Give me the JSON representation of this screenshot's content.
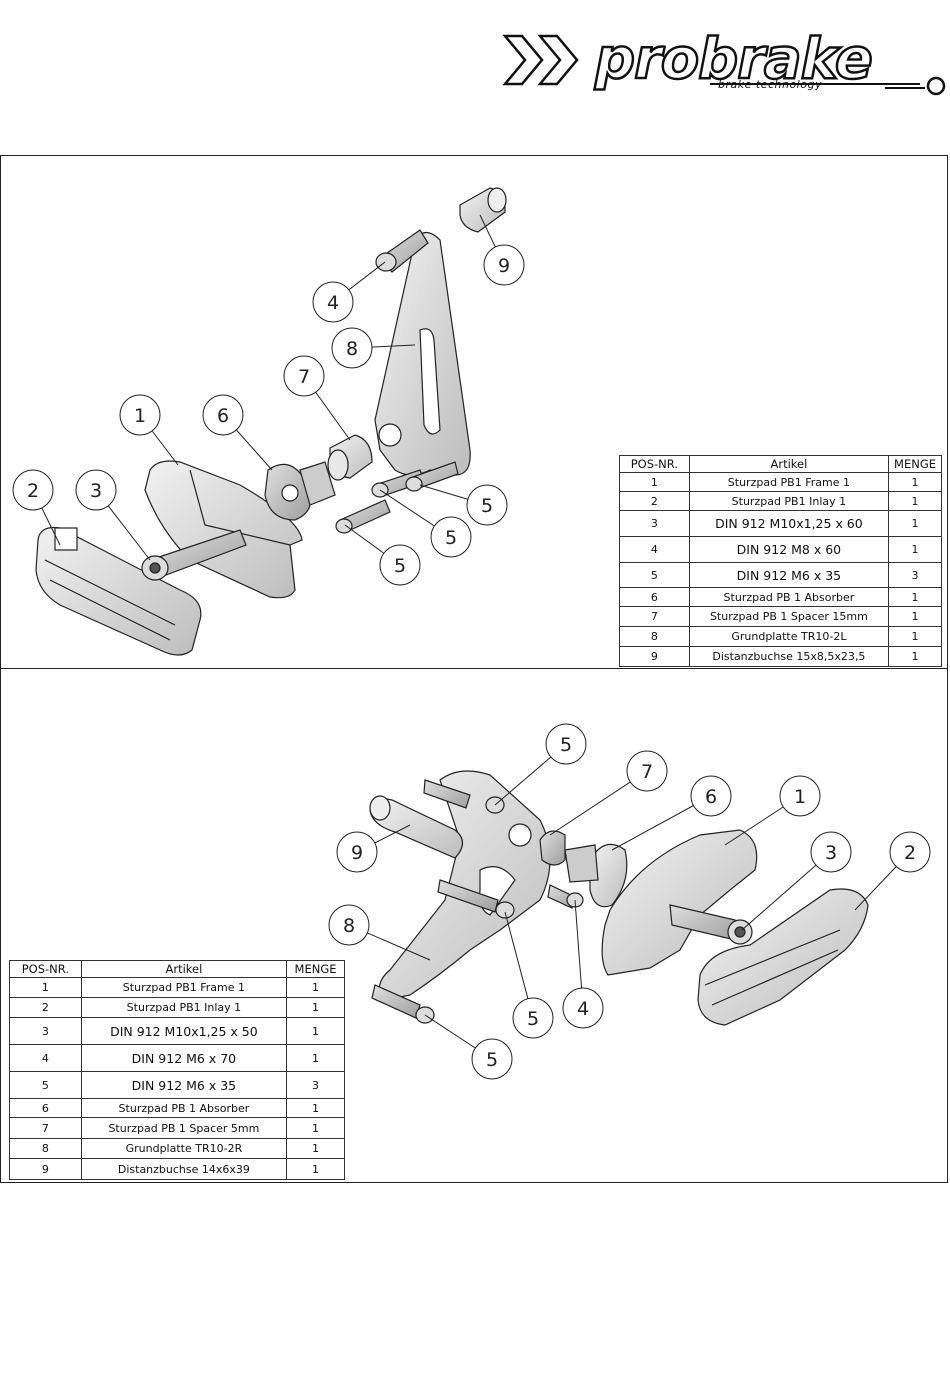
{
  "brand": {
    "name": "probrake",
    "tagline": "brake technology"
  },
  "colors": {
    "line": "#222222",
    "part_fill": "#e6e6e6",
    "part_shade": "#c8c8c8"
  },
  "table_top": {
    "headers": [
      "POS-NR.",
      "Artikel",
      "MENGE"
    ],
    "rows": [
      {
        "pos": "1",
        "artikel": "Sturzpad PB1 Frame 1",
        "menge": "1"
      },
      {
        "pos": "2",
        "artikel": "Sturzpad PB1 Inlay 1",
        "menge": "1"
      },
      {
        "pos": "3",
        "artikel": "DIN 912 M10x1,25 x 60",
        "menge": "1"
      },
      {
        "pos": "4",
        "artikel": "DIN 912 M8 x 60",
        "menge": "1"
      },
      {
        "pos": "5",
        "artikel": "DIN 912 M6 x 35",
        "menge": "3"
      },
      {
        "pos": "6",
        "artikel": "Sturzpad PB 1 Absorber",
        "menge": "1"
      },
      {
        "pos": "7",
        "artikel": "Sturzpad PB 1 Spacer 15mm",
        "menge": "1"
      },
      {
        "pos": "8",
        "artikel": "Grundplatte TR10-2L",
        "menge": "1"
      },
      {
        "pos": "9",
        "artikel": "Distanzbuchse 15x8,5x23,5",
        "menge": "1"
      }
    ]
  },
  "table_bottom": {
    "headers": [
      "POS-NR.",
      "Artikel",
      "MENGE"
    ],
    "rows": [
      {
        "pos": "1",
        "artikel": "Sturzpad PB1 Frame 1",
        "menge": "1"
      },
      {
        "pos": "2",
        "artikel": "Sturzpad PB1 Inlay 1",
        "menge": "1"
      },
      {
        "pos": "3",
        "artikel": "DIN 912 M10x1,25 x 50",
        "menge": "1"
      },
      {
        "pos": "4",
        "artikel": "DIN 912 M6 x 70",
        "menge": "1"
      },
      {
        "pos": "5",
        "artikel": "DIN 912 M6 x 35",
        "menge": "3"
      },
      {
        "pos": "6",
        "artikel": "Sturzpad PB 1 Absorber",
        "menge": "1"
      },
      {
        "pos": "7",
        "artikel": "Sturzpad PB 1 Spacer 5mm",
        "menge": "1"
      },
      {
        "pos": "8",
        "artikel": "Grundplatte TR10-2R",
        "menge": "1"
      },
      {
        "pos": "9",
        "artikel": "Distanzbuchse 14x6x39",
        "menge": "1"
      }
    ]
  },
  "callouts_top": [
    "9",
    "4",
    "8",
    "7",
    "6",
    "1",
    "2",
    "3",
    "5",
    "5",
    "5"
  ],
  "callouts_bottom": [
    "5",
    "7",
    "6",
    "1",
    "9",
    "3",
    "2",
    "8",
    "5",
    "4",
    "5"
  ]
}
